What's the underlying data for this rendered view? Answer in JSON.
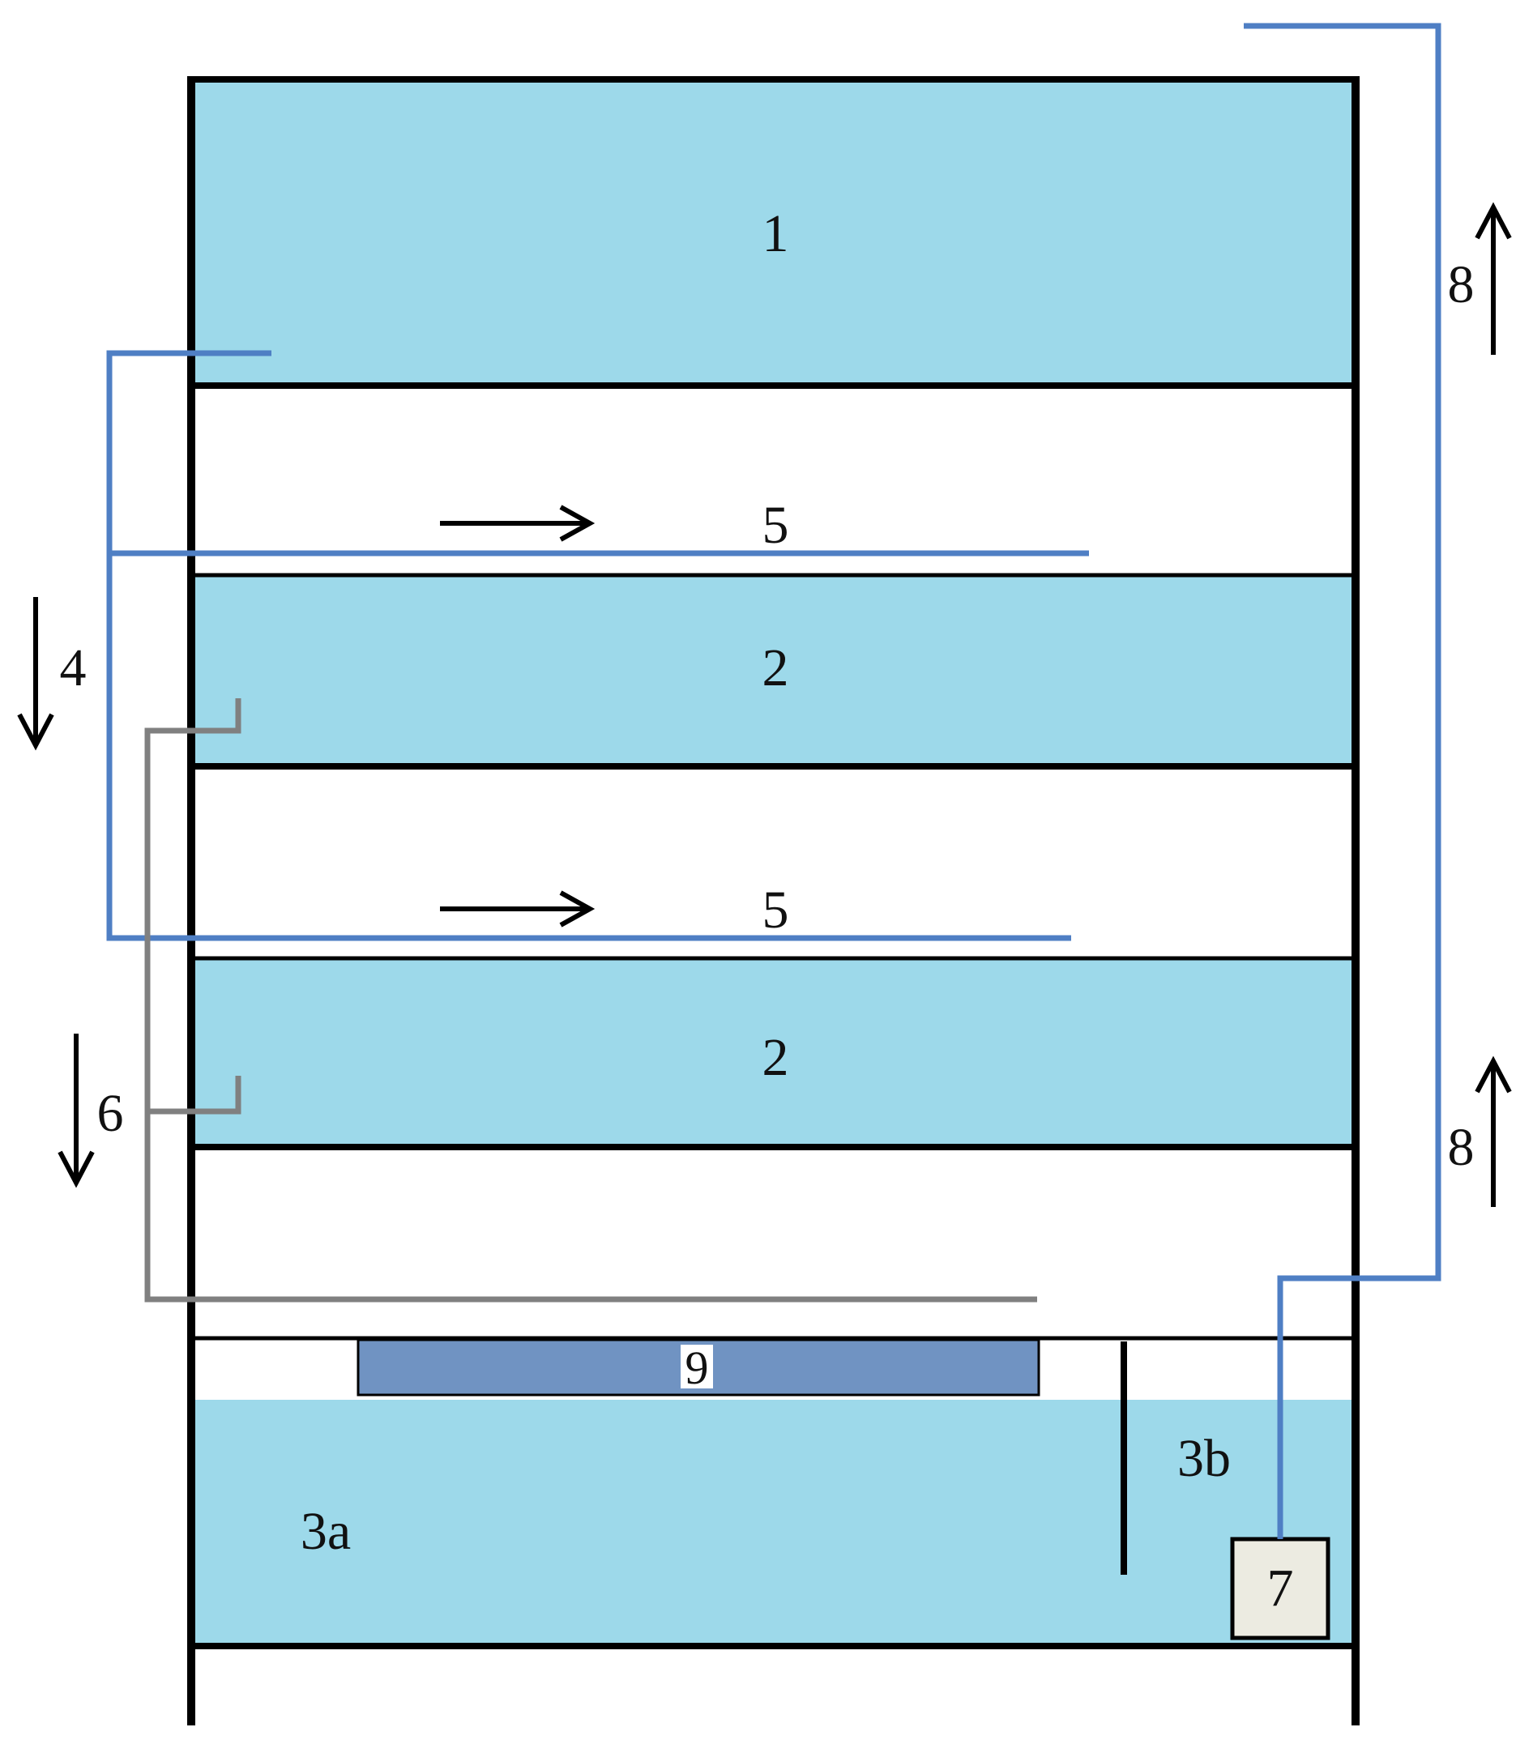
{
  "labels": {
    "tank_top": "1",
    "tank_middle_1": "2",
    "tank_middle_2": "2",
    "sump_left": "3a",
    "sump_right": "3b",
    "flow_down_blue": "4",
    "channel_1": "5",
    "channel_2": "5",
    "flow_down_gray": "6",
    "pump": "7",
    "flow_up_1": "8",
    "flow_up_2": "8",
    "filter": "9"
  },
  "colors": {
    "water": "#9dd9ea",
    "frame": "#000000",
    "pipe_blue": "#4f7fc4",
    "pipe_gray": "#808080",
    "filter": "#7093c2",
    "pump_box": "#ecebe1"
  }
}
